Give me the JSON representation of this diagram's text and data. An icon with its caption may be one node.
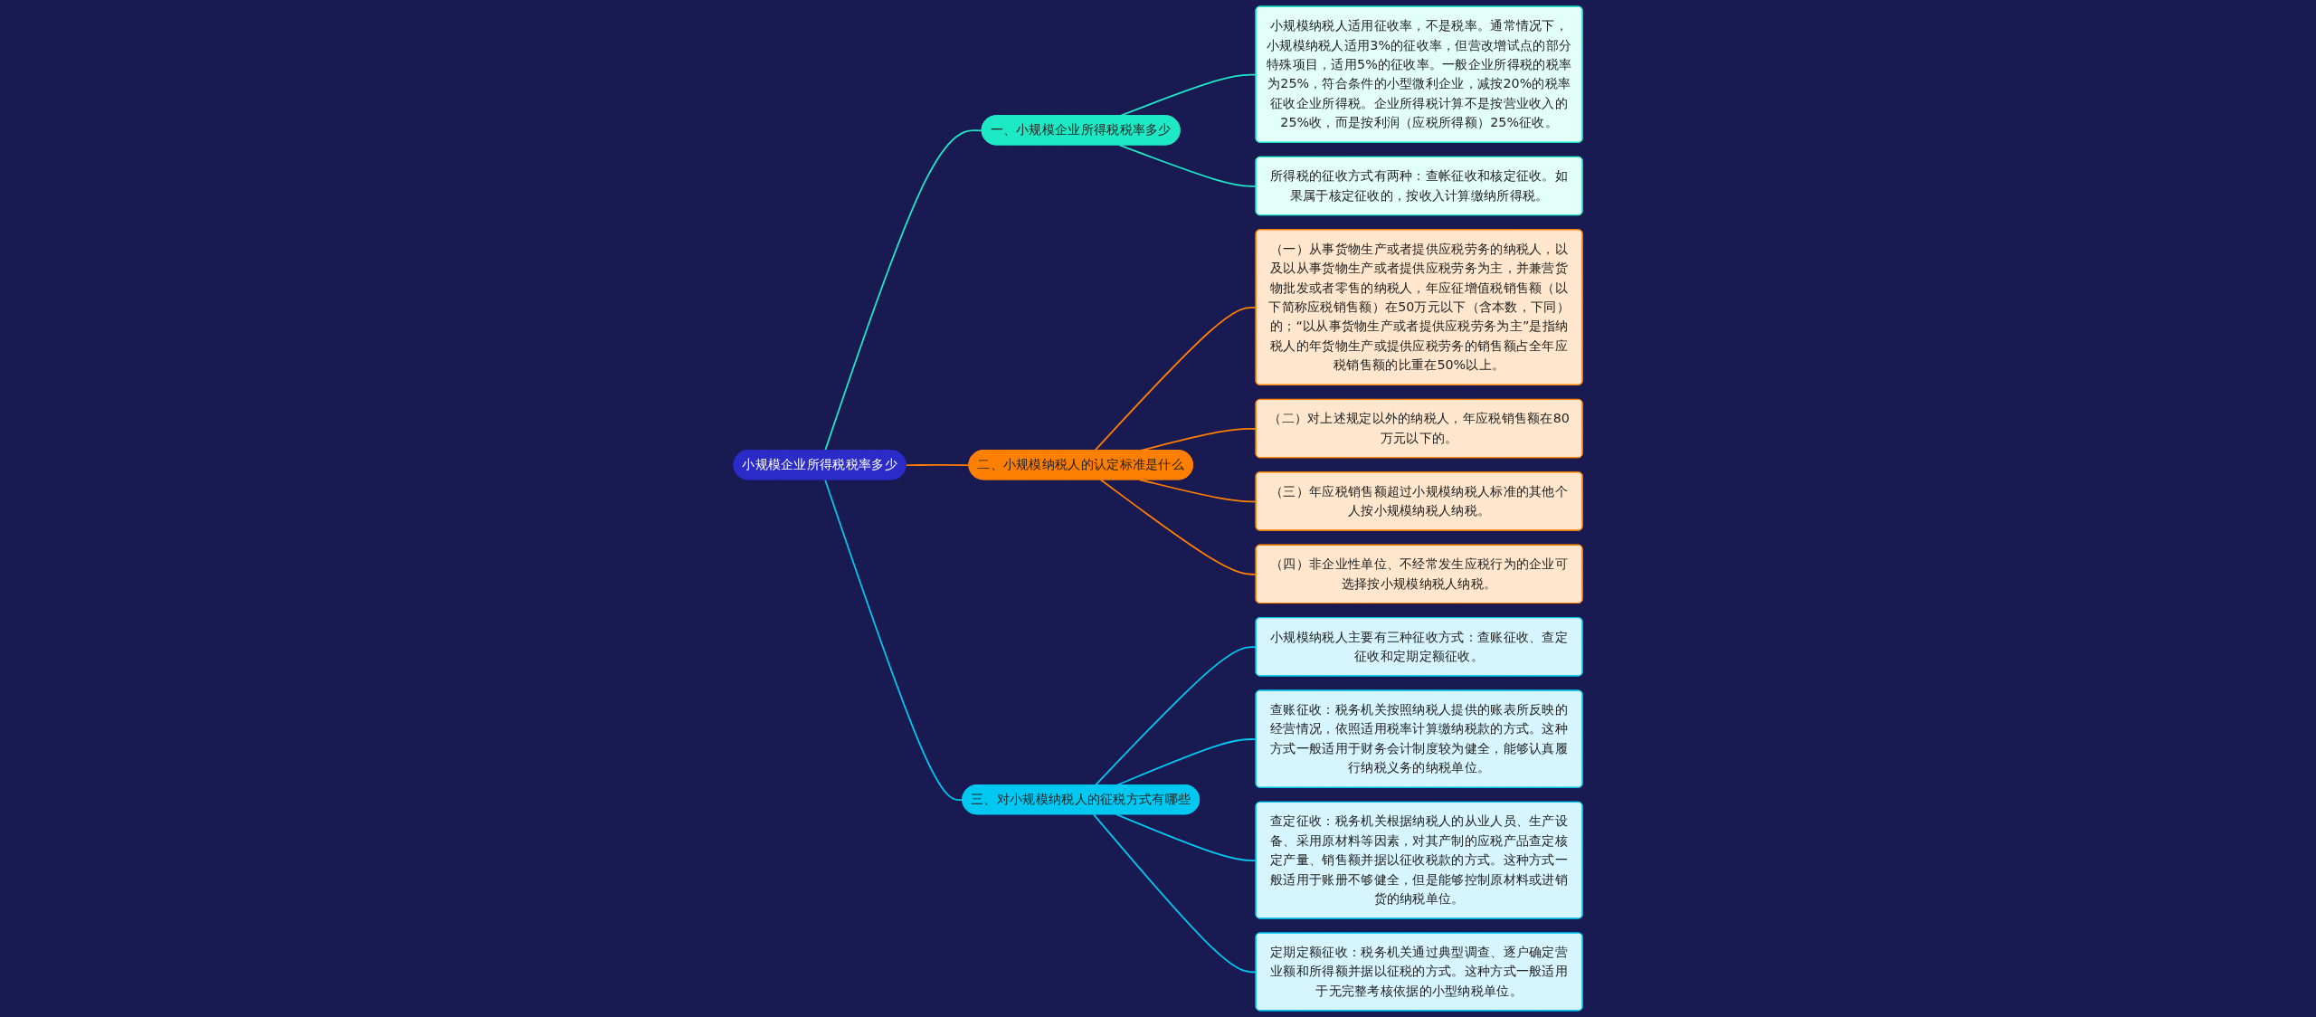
{
  "diagram": {
    "nodes": [
      {
        "text": [
          "小规模企业所得税税率多少"
        ]
      },
      {
        "text": [
          "一、小规模企业所得税税率多少"
        ]
      },
      {
        "text": [
          "小规模纳税人适用征收率，不是税率。通常情况下，小规模纳税人适用3%的征收率，但营改增试点的部分特殊项目，适用5%的征收率。一般企业所得税的税率为25%，符合条件的小型微利企业，减按20%的税率征收企业所得税。企业所得税计算不是按营业收入的25%收，而是按利润（应税所得额）25%征收。"
        ]
      },
      {
        "text": [
          "所得税的征收方式有两种：查帐征收和核定征收。如果属于核定征收的，按收入计算缴纳所得税。"
        ]
      },
      {
        "text": [
          "二、小规模纳税人的认定标准是什么"
        ]
      },
      {
        "text": [
          "（一）从事货物生产或者提供应税劳务的纳税人，以及以从事货物生产或者提供应税劳务为主，并兼营货物批发或者零售的纳税人，年应征增值税销售额（以下简称应税销售额）在50万元以下（含本数，下同）的；“以从事货物生产或者提供应税劳务为主”是指纳税人的年货物生产或提供应税劳务的销售额占全年应税销售额的比重在50%以上。"
        ]
      },
      {
        "text": [
          "（二）对上述规定以外的纳税人，年应税销售额在80万元以下的。"
        ]
      },
      {
        "text": [
          "（三）年应税销售额超过小规模纳税人标准的其他个人按小规模纳税人纳税。"
        ]
      },
      {
        "text": [
          "（四）非企业性单位、不经常发生应税行为的企业可选择按小规模纳税人纳税。"
        ]
      },
      {
        "text": [
          "三、对小规模纳税人的征税方式有哪些"
        ]
      },
      {
        "text": [
          "小规模纳税人主要有三种征收方式：查账征收、查定征收和定期定额征收。"
        ]
      },
      {
        "text": [
          "查账征收：税务机关按照纳税人提供的账表所反映的经营情况，依照适用税率计算缴纳税款的方式。这种方式一般适用于财务会计制度较为健全，能够认真履行纳税义务的纳税单位。"
        ]
      },
      {
        "text": [
          "查定征收：税务机关根据纳税人的从业人员、生产设备、采用原材料等因素，对其产制的应税产品查定核定产量、销售额并据以征收税款的方式。这种方式一般适用于账册不够健全，但是能够控制原材料或进销货的纳税单位。"
        ]
      },
      {
        "text": [
          "定期定额征收：税务机关通过典型调查、逐户确定营业额和所得额并据以征税的方式。这种方式一般适用于无完整考核依据的小型纳税单位。"
        ]
      }
    ],
    "edges": [
      {
        "from": 0,
        "to": 1,
        "arrow": "none",
        "color": "#1de9c4"
      },
      {
        "from": 1,
        "to": 2,
        "arrow": "none",
        "color": "#1de9c4"
      },
      {
        "from": 1,
        "to": 3,
        "arrow": "none",
        "color": "#1de9c4"
      },
      {
        "from": 0,
        "to": 4,
        "arrow": "none",
        "color": "#ff7f00"
      },
      {
        "from": 4,
        "to": 5,
        "arrow": "none",
        "color": "#ff7f00"
      },
      {
        "from": 4,
        "to": 6,
        "arrow": "none",
        "color": "#ff7f00"
      },
      {
        "from": 4,
        "to": 7,
        "arrow": "none",
        "color": "#ff7f00"
      },
      {
        "from": 4,
        "to": 8,
        "arrow": "none",
        "color": "#ff7f00"
      },
      {
        "from": 0,
        "to": 9,
        "arrow": "none",
        "color": "#00c8f0"
      },
      {
        "from": 9,
        "to": 10,
        "arrow": "none",
        "color": "#00c8f0"
      },
      {
        "from": 9,
        "to": 11,
        "arrow": "none",
        "color": "#00c8f0"
      },
      {
        "from": 9,
        "to": 12,
        "arrow": "none",
        "color": "#00c8f0"
      },
      {
        "from": 9,
        "to": 13,
        "arrow": "none",
        "color": "#00c8f0"
      }
    ]
  }
}
